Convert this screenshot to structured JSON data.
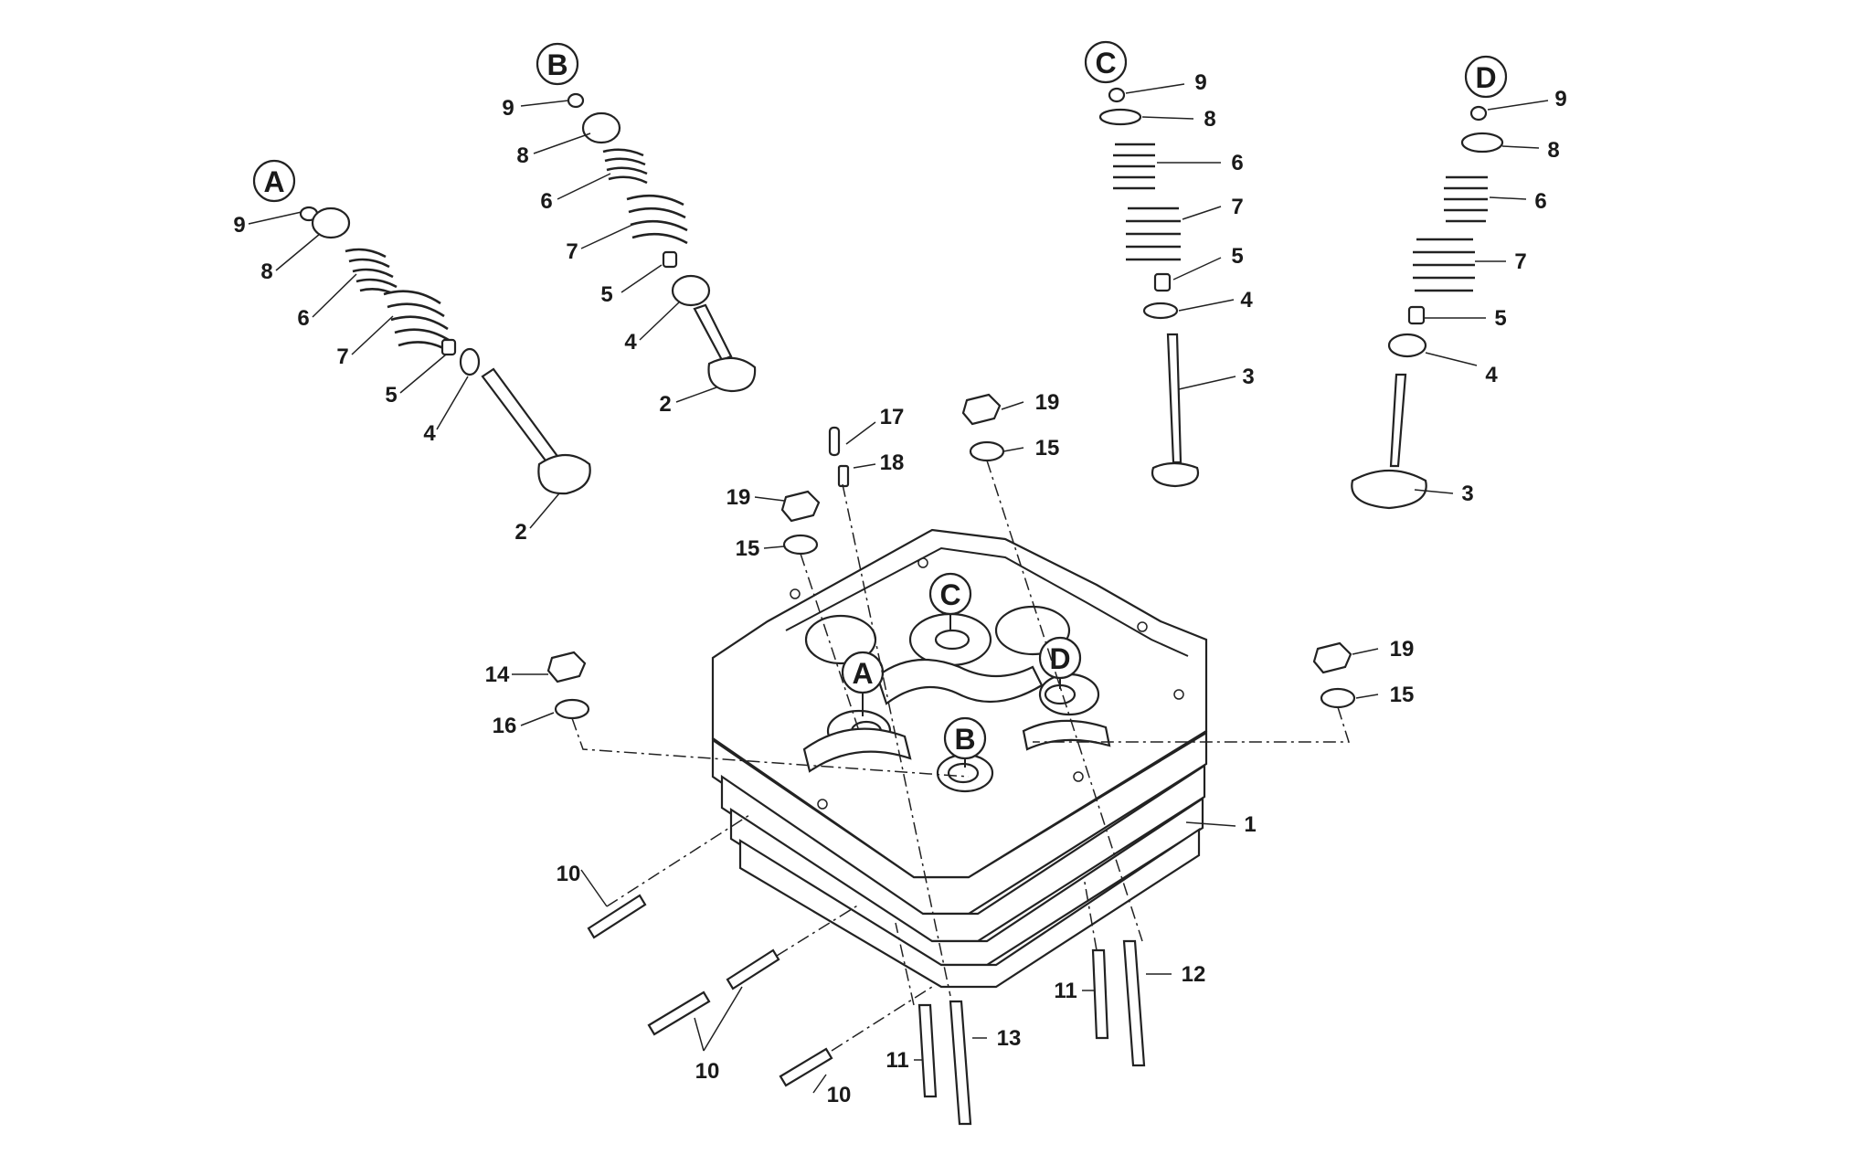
{
  "view_labels": {
    "a": "A",
    "b": "B",
    "c": "C",
    "d": "D"
  },
  "callouts": {
    "a": {
      "n9": "9",
      "n8": "8",
      "n6": "6",
      "n7": "7",
      "n5": "5",
      "n4": "4",
      "n2": "2"
    },
    "b": {
      "n9": "9",
      "n8": "8",
      "n6": "6",
      "n7": "7",
      "n5": "5",
      "n4": "4",
      "n2": "2"
    },
    "c": {
      "n9": "9",
      "n8": "8",
      "n6": "6",
      "n7": "7",
      "n5": "5",
      "n4": "4",
      "n3": "3"
    },
    "d": {
      "n9": "9",
      "n8": "8",
      "n6": "6",
      "n7": "7",
      "n5": "5",
      "n4": "4",
      "n3": "3"
    },
    "head": {
      "n1": "1",
      "n17": "17",
      "n18": "18",
      "n19a": "19",
      "n15a": "15",
      "n19b": "19",
      "n15b": "15",
      "n19c": "19",
      "n15c": "15",
      "n14": "14",
      "n16": "16",
      "n10a": "10",
      "n10b": "10",
      "n10c": "10",
      "n11a": "11",
      "n11b": "11",
      "n12": "12",
      "n13": "13"
    }
  }
}
